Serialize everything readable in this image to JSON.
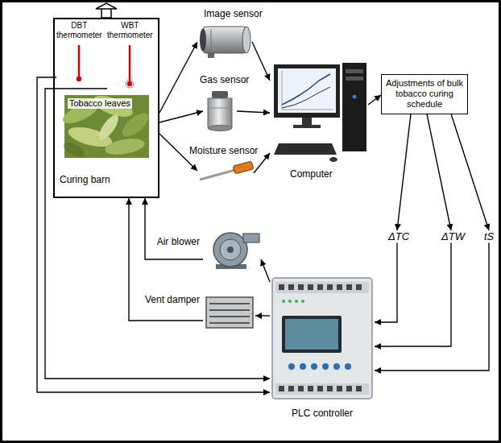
{
  "diagram": {
    "nodes": [
      {
        "text": [
          "Curing barn"
        ]
      },
      {
        "text": [
          "DBT thermometer"
        ],
        "in": 0
      },
      {
        "text": [
          "WBT thermometer"
        ],
        "in": 0
      },
      {
        "text": [
          "Tobacco leaves"
        ],
        "in": 0
      },
      {
        "text": [
          "Image sensor"
        ]
      },
      {
        "text": [
          "Gas sensor"
        ]
      },
      {
        "text": [
          "Moisture sensor"
        ]
      },
      {
        "text": [
          "Computer"
        ]
      },
      {
        "text": [
          "Adjustments of bulk tobacco curing schedule"
        ]
      },
      {
        "text": [
          "ΔTC"
        ]
      },
      {
        "text": [
          "ΔTW"
        ]
      },
      {
        "text": [
          "tS"
        ]
      },
      {
        "text": [
          "Air blower"
        ]
      },
      {
        "text": [
          "Vent damper"
        ]
      },
      {
        "text": [
          "PLC controller"
        ]
      }
    ],
    "edges": [
      {
        "from": 0,
        "to": 4,
        "arrow": "to"
      },
      {
        "from": 0,
        "to": 5,
        "arrow": "to"
      },
      {
        "from": 0,
        "to": 6,
        "arrow": "to"
      },
      {
        "from": 4,
        "to": 7,
        "arrow": "to"
      },
      {
        "from": 5,
        "to": 7,
        "arrow": "to"
      },
      {
        "from": 6,
        "to": 7,
        "arrow": "to"
      },
      {
        "from": 7,
        "to": 8,
        "arrow": "to"
      },
      {
        "from": 8,
        "to": 9,
        "arrow": "to"
      },
      {
        "from": 8,
        "to": 10,
        "arrow": "to"
      },
      {
        "from": 8,
        "to": 11,
        "arrow": "to"
      },
      {
        "from": 9,
        "to": 14,
        "arrow": "to"
      },
      {
        "from": 10,
        "to": 14,
        "arrow": "to"
      },
      {
        "from": 11,
        "to": 14,
        "arrow": "to"
      },
      {
        "from": 14,
        "to": 12,
        "arrow": "to"
      },
      {
        "from": 14,
        "to": 13,
        "arrow": "to"
      },
      {
        "from": 12,
        "to": 0,
        "arrow": "to"
      },
      {
        "from": 13,
        "to": 0,
        "arrow": "to"
      },
      {
        "from": 1,
        "to": 14,
        "arrow": "to"
      },
      {
        "from": 2,
        "to": 14,
        "arrow": "to"
      }
    ]
  }
}
